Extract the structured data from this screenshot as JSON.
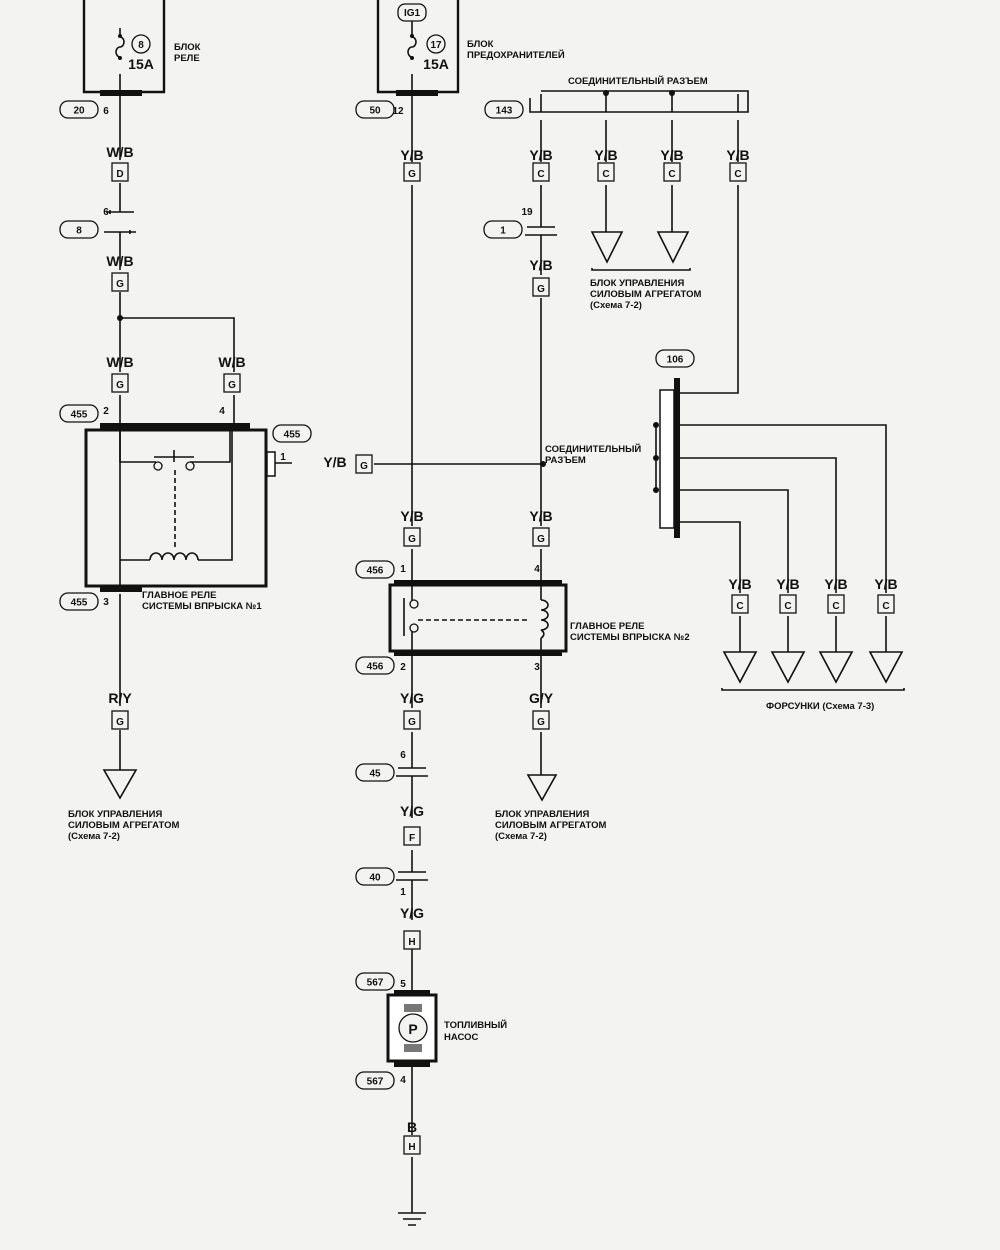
{
  "relay_block": {
    "fuse_no": "8",
    "fuse_rating": "15A",
    "label_line1": "БЛОК",
    "label_line2": "РЕЛЕ"
  },
  "fuse_block": {
    "ig_label": "IG1",
    "fuse_no": "17",
    "fuse_rating": "15A",
    "label_line1": "БЛОК",
    "label_line2": "ПРЕДОХРАНИТЕЛЕЙ"
  },
  "pump": {
    "symbol": "P",
    "label_line1": "ТОПЛИВНЫЙ",
    "label_line2": "НАСОС"
  },
  "labels": {
    "joint_connector_top": "СОЕДИНИТЕЛЬНЫЙ РАЗЪЕМ",
    "joint_connector_mid_1": "СОЕДИНИТЕЛЬНЫЙ",
    "joint_connector_mid_2": "РАЗЪЕМ",
    "ecm_top_1": "БЛОК УПРАВЛЕНИЯ",
    "ecm_top_2": "СИЛОВЫМ АГРЕГАТОМ",
    "ecm_top_3": "(Схема 7-2)",
    "relay1_1": "ГЛАВНОЕ РЕЛЕ",
    "relay1_2": "СИСТЕМЫ ВПРЫСКА №1",
    "relay2_1": "ГЛАВНОЕ РЕЛЕ",
    "relay2_2": "СИСТЕМЫ ВПРЫСКА №2",
    "ecm_left_1": "БЛОК УПРАВЛЕНИЯ",
    "ecm_left_2": "СИЛОВЫМ АГРЕГАТОМ",
    "ecm_left_3": "(Схема 7-2)",
    "ecm_mid_1": "БЛОК УПРАВЛЕНИЯ",
    "ecm_mid_2": "СИЛОВЫМ АГРЕГАТОМ",
    "ecm_mid_3": "(Схема 7-2)",
    "injectors": "ФОРСУНКИ (Схема 7-3)"
  },
  "connector_ids": [
    "20",
    "8",
    "455",
    "455",
    "455",
    "50",
    "143",
    "1",
    "106",
    "456",
    "456",
    "45",
    "40",
    "567",
    "567"
  ],
  "wire_colors": [
    "W/B",
    "W/B",
    "W/B",
    "W/B",
    "R/Y",
    "Y/B",
    "Y/B",
    "Y/B",
    "Y/G",
    "Y/G",
    "Y/G",
    "B",
    "Y/B",
    "Y/B",
    "Y/B",
    "Y/B",
    "Y/B",
    "Y/B",
    "G/Y",
    "Y/B",
    "Y/B",
    "Y/B",
    "Y/B"
  ],
  "connector_letters": [
    "D",
    "G",
    "G",
    "G",
    "G",
    "G",
    "G",
    "G",
    "F",
    "H",
    "H",
    "C",
    "C",
    "C",
    "C",
    "G",
    "G",
    "G",
    "C",
    "C",
    "C",
    "C"
  ],
  "pins": [
    "6",
    "6",
    "2",
    "4",
    "1",
    "3",
    "12",
    "19",
    "1",
    "4",
    "2",
    "3",
    "6",
    "1",
    "5",
    "4"
  ]
}
